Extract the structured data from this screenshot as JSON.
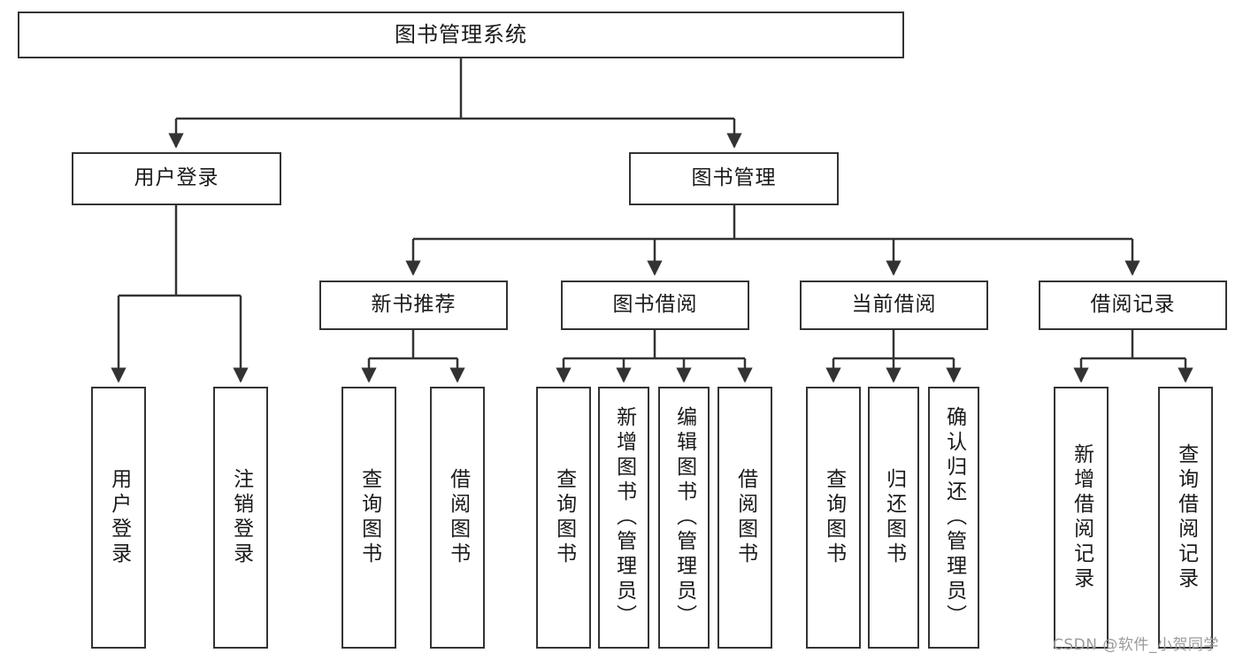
{
  "diagram": {
    "title": "图书管理系统",
    "type": "tree-hierarchy",
    "root": {
      "label": "图书管理系统"
    },
    "level2": [
      {
        "label": "用户登录"
      },
      {
        "label": "图书管理"
      }
    ],
    "level3": [
      {
        "label": "新书推荐"
      },
      {
        "label": "图书借阅"
      },
      {
        "label": "当前借阅"
      },
      {
        "label": "借阅记录"
      }
    ],
    "leaves": {
      "user_login": [
        {
          "label": "用户登录"
        },
        {
          "label": "注销登录"
        }
      ],
      "new_book_recommend": [
        {
          "label": "查询图书"
        },
        {
          "label": "借阅图书"
        }
      ],
      "book_borrow": [
        {
          "label": "查询图书"
        },
        {
          "label": "新增图书（管理员）"
        },
        {
          "label": "编辑图书（管理员）"
        },
        {
          "label": "借阅图书"
        }
      ],
      "current_borrow": [
        {
          "label": "查询图书"
        },
        {
          "label": "归还图书"
        },
        {
          "label": "确认归还（管理员）"
        }
      ],
      "borrow_record": [
        {
          "label": "新增借阅记录"
        },
        {
          "label": "查询借阅记录"
        }
      ]
    }
  },
  "watermark": {
    "text": "CSDN @软件_小贺同学"
  },
  "colors": {
    "stroke": "#333333",
    "background": "#ffffff",
    "text": "#1a1a1a",
    "watermark": "#9a9a9a"
  }
}
